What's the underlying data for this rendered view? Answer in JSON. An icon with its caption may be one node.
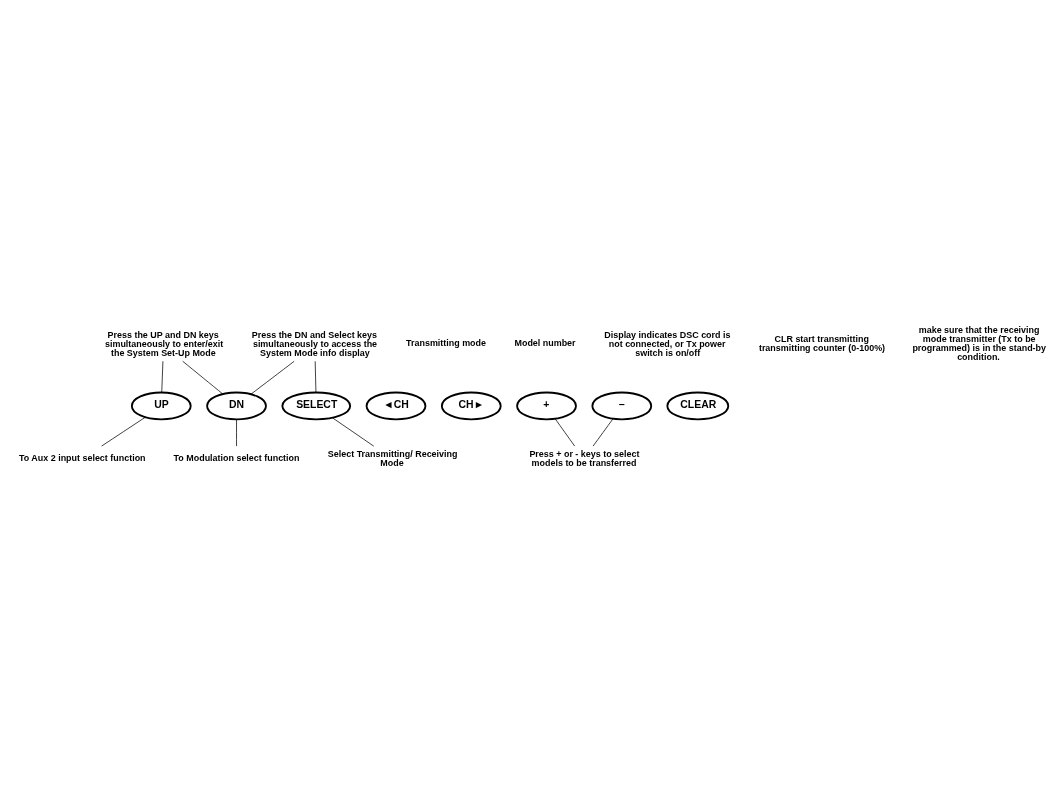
{
  "diagram": {
    "nodes": [
      {
        "text": [
          "Press the UP and DN keys simultaneously to enter/exit the System Set-Up Mode"
        ]
      },
      {
        "text": [
          "Press the DN and Select keys simultaneously to access the System Mode info display"
        ]
      },
      {
        "text": [
          "UP"
        ]
      },
      {
        "text": [
          "DN"
        ]
      },
      {
        "text": [
          "SELECT"
        ]
      },
      {
        "text": [
          "◄CH"
        ]
      },
      {
        "text": [
          "CH►"
        ]
      },
      {
        "text": [
          "+"
        ]
      },
      {
        "text": [
          "−"
        ]
      },
      {
        "text": [
          "CLEAR"
        ]
      },
      {
        "text": [
          "To Aux 2 input select function"
        ]
      },
      {
        "text": [
          "To Modulation select function"
        ]
      },
      {
        "text": [
          "Select Transmitting/ Receiving Mode"
        ]
      },
      {
        "text": [
          "Press + or - keys to select models to be transferred"
        ]
      }
    ],
    "edges": [
      {
        "from": 0,
        "to": 2,
        "arrow": "none"
      },
      {
        "from": 0,
        "to": 3,
        "arrow": "none"
      },
      {
        "from": 1,
        "to": 3,
        "arrow": "none"
      },
      {
        "from": 1,
        "to": 4,
        "arrow": "none"
      },
      {
        "from": 2,
        "to": 10,
        "arrow": "none"
      },
      {
        "from": 3,
        "to": 11,
        "arrow": "none"
      },
      {
        "from": 4,
        "to": 12,
        "arrow": "none"
      },
      {
        "from": 7,
        "to": 13,
        "arrow": "none"
      },
      {
        "from": 8,
        "to": 13,
        "arrow": "none"
      }
    ],
    "labels": [
      "Transmitting mode",
      "Model number",
      "Display indicates DSC cord is not connected, or Tx power switch is on/off",
      "CLR start transmitting transmitting counter (0-100%)",
      "make sure that the receiving mode transmitter (Tx to be programmed) is in the stand-by condition."
    ]
  }
}
